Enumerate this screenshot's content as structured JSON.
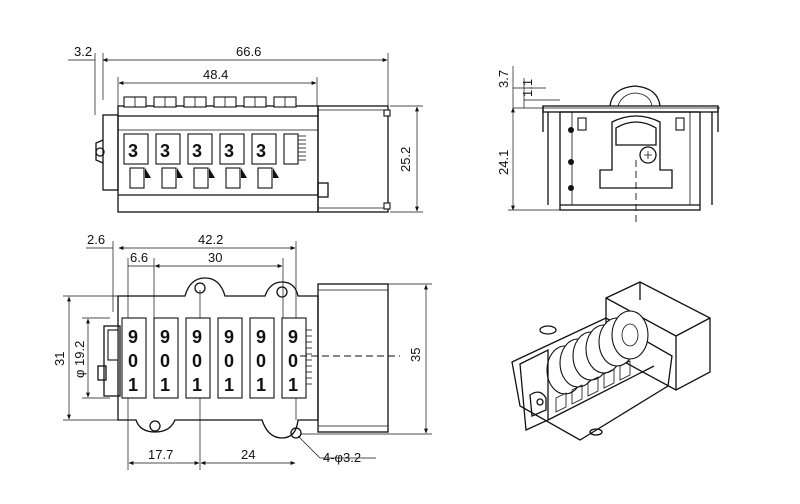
{
  "front_view": {
    "dim_offset": "3.2",
    "dim_overall_length": "66.6",
    "dim_counter_length": "48.4",
    "dim_height": "25.2"
  },
  "side_view": {
    "dim_top_a": "3.7",
    "dim_top_b": "1.1",
    "dim_height": "24.1"
  },
  "top_view": {
    "dim_left_offset": "2.6",
    "dim_span": "42.2",
    "dim_first_wheel": "6.6",
    "dim_wheel_span": "30",
    "dim_wheel_diameter": "φ 19.2",
    "dim_depth": "31",
    "dim_height": "35",
    "dim_hole_a": "17.7",
    "dim_hole_b": "24",
    "dim_holes": "4-φ3.2",
    "wheel_top_digit": "9",
    "wheel_mid_digit": "0",
    "wheel_bot_digit": "1"
  },
  "front_digits": "3"
}
